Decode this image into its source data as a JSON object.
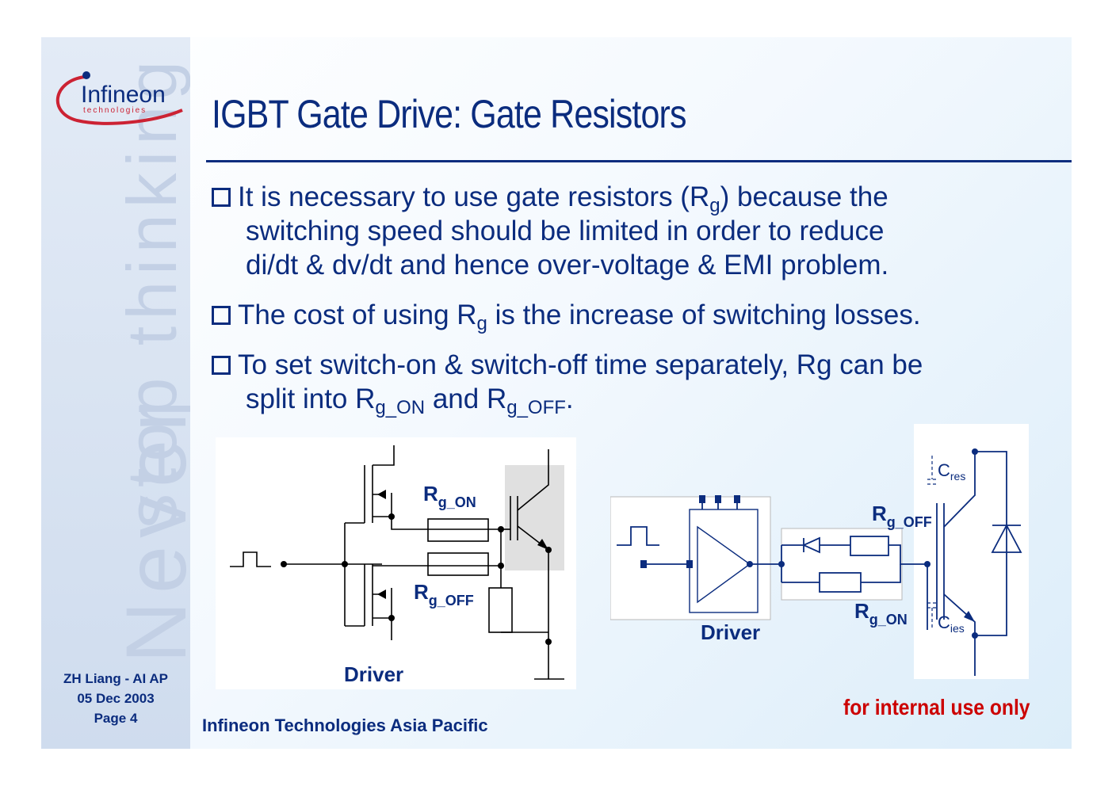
{
  "logo": {
    "brand": "Infineon",
    "subtitle": "technologies"
  },
  "watermark": {
    "line1": "Never",
    "line2": "stop thinking"
  },
  "title": "IGBT Gate Drive: Gate Resistors",
  "bullets": {
    "b1": {
      "pre": "It is necessary to use gate resistors (R",
      "sub": "g",
      "post": ") because the",
      "line2": "switching speed should be limited in order to reduce",
      "line3": "di/dt & dv/dt and hence over-voltage & EMI problem."
    },
    "b2": {
      "pre": "The cost of using R",
      "sub": "g",
      "post": " is the increase of switching losses."
    },
    "b3": {
      "line1": "To set switch-on & switch-off time separately, Rg can be",
      "pre2": "split into R",
      "sub1": "g_ON",
      "mid": " and R",
      "sub2": "g_OFF",
      "end": "."
    }
  },
  "diagram_left": {
    "rg_on": "R",
    "rg_on_sub": "g_ON",
    "rg_off": "R",
    "rg_off_sub": "g_OFF",
    "driver": "Driver"
  },
  "diagram_right": {
    "rg_off": "R",
    "rg_off_sub": "g_OFF",
    "rg_on": "R",
    "rg_on_sub": "g_ON",
    "driver": "Driver",
    "cres": "C",
    "cres_sub": "res",
    "cies": "C",
    "cies_sub": "ies"
  },
  "footer": {
    "author": "ZH Liang - AI AP",
    "date": "05 Dec 2003",
    "page": "Page 4",
    "company": "Infineon Technologies Asia Pacific",
    "classification": "for internal use only"
  },
  "colors": {
    "brand_blue": "#0b2c7e",
    "logo_red": "#cc2233",
    "warning_red": "#cc0000"
  }
}
